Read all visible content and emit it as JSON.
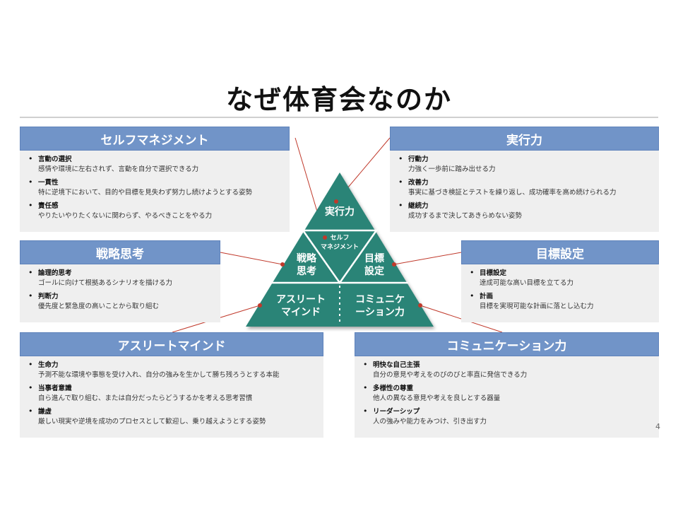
{
  "title": "なぜ体育会なのか",
  "page_number": "4",
  "cards": {
    "self": {
      "heading": "セルフマネジメント",
      "items": [
        {
          "title": "言動の選択",
          "desc": "感情や環境に左右されず、言動を自分で選択できる力"
        },
        {
          "title": "一貫性",
          "desc": "特に逆境下において、目的や目標を見失わず努力し続けようとする姿勢"
        },
        {
          "title": "責任感",
          "desc": "やりたいやりたくないに関わらず、やるべきことをやる力"
        }
      ]
    },
    "exec": {
      "heading": "実行力",
      "items": [
        {
          "title": "行動力",
          "desc": "力強く一歩前に踏み出せる力"
        },
        {
          "title": "改善力",
          "desc": "事実に基づき検証とテストを繰り返し、成功確率を高め続けられる力"
        },
        {
          "title": "継続力",
          "desc": "成功するまで決してあきらめない姿勢"
        }
      ]
    },
    "strategy": {
      "heading": "戦略思考",
      "items": [
        {
          "title": "論理的思考",
          "desc": "ゴールに向けて根拠あるシナリオを描ける力"
        },
        {
          "title": "判断力",
          "desc": "優先度と緊急度の高いことから取り組む"
        }
      ]
    },
    "goal": {
      "heading": "目標設定",
      "items": [
        {
          "title": "目標設定",
          "desc": "達成可能な高い目標を立てる力"
        },
        {
          "title": "計画",
          "desc": "目標を実現可能な計画に落とし込む力"
        }
      ]
    },
    "athlete": {
      "heading": "アスリートマインド",
      "items": [
        {
          "title": "生命力",
          "desc": "予測不能な環境や事態を受け入れ、自分の強みを生かして勝ち残ろうとする本能"
        },
        {
          "title": "当事者意識",
          "desc": "自ら進んで取り組む、または自分だったらどうするかを考える思考習慣"
        },
        {
          "title": "謙虚",
          "desc": "厳しい現実や逆境を成功のプロセスとして歓迎し、乗り越えようとする姿勢"
        }
      ]
    },
    "comm": {
      "heading": "コミュニケーション力",
      "items": [
        {
          "title": "明快な自己主張",
          "desc": "自分の意見や考えをのびのびと率直に発信できる力"
        },
        {
          "title": "多様性の尊重",
          "desc": "他人の異なる意見や考えを良しとする器量"
        },
        {
          "title": "リーダーシップ",
          "desc": "人の強みや能力をみつけ、引き出す力"
        }
      ]
    }
  },
  "pyramid": {
    "top": "実行力",
    "center_line1": "セルフ",
    "center_line2": "マネジメント",
    "left_line1": "戦略",
    "left_line2": "思考",
    "right_line1": "目標",
    "right_line2": "設定",
    "bottom_left_line1": "アスリート",
    "bottom_left_line2": "マインド",
    "bottom_right_line1": "コミュニケ",
    "bottom_right_line2": "ーション力"
  },
  "colors": {
    "pyramid_fill": "#2b8477",
    "header_blue": "#7194c8",
    "connector_red": "#c0392b"
  }
}
